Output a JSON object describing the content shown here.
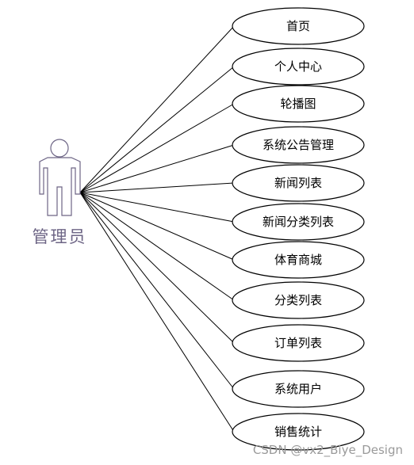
{
  "actor": {
    "label": "管理员",
    "icon": "stick-figure-actor-icon",
    "color": "#6d6585"
  },
  "use_cases": [
    {
      "id": "home",
      "label": "首页"
    },
    {
      "id": "personal-center",
      "label": "个人中心"
    },
    {
      "id": "carousel",
      "label": "轮播图"
    },
    {
      "id": "announcement-management",
      "label": "系统公告管理"
    },
    {
      "id": "news-list",
      "label": "新闻列表"
    },
    {
      "id": "news-category-list",
      "label": "新闻分类列表"
    },
    {
      "id": "sports-mall",
      "label": "体育商城"
    },
    {
      "id": "category-list",
      "label": "分类列表"
    },
    {
      "id": "order-list",
      "label": "订单列表"
    },
    {
      "id": "system-users",
      "label": "系统用户"
    },
    {
      "id": "sales-statistics",
      "label": "销售统计"
    }
  ],
  "watermark": "CSDN @vx2_Biye_Design"
}
